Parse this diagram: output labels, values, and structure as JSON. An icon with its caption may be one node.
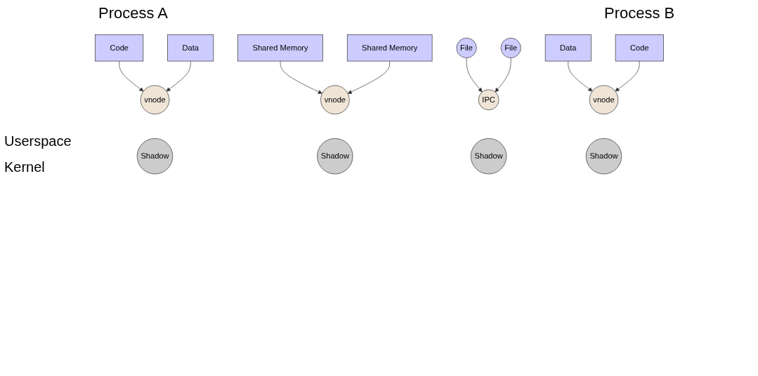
{
  "diagram": {
    "nodes": [
      {
        "text": [
          "Code"
        ]
      },
      {
        "text": [
          "Data"
        ]
      },
      {
        "text": [
          "Shared Memory"
        ]
      },
      {
        "text": [
          "File"
        ]
      },
      {
        "text": [
          "vnode"
        ]
      },
      {
        "text": [
          "Shadow"
        ]
      },
      {
        "text": [
          "Shared Memory"
        ]
      },
      {
        "text": [
          "File"
        ]
      },
      {
        "text": [
          "vnode"
        ]
      },
      {
        "text": [
          "Shadow"
        ]
      },
      {
        "text": [
          "IPC"
        ]
      },
      {
        "text": [
          "Shadow"
        ]
      },
      {
        "text": [
          "Data"
        ]
      },
      {
        "text": [
          "Code"
        ]
      },
      {
        "text": [
          "vnode"
        ]
      },
      {
        "text": [
          "Shadow"
        ]
      }
    ],
    "edges": [
      {
        "from": 0,
        "to": 4,
        "arrow": "to"
      },
      {
        "from": 1,
        "to": 4,
        "arrow": "to"
      },
      {
        "from": 2,
        "to": 8,
        "arrow": "to"
      },
      {
        "from": 6,
        "to": 8,
        "arrow": "to"
      },
      {
        "from": 3,
        "to": 10,
        "arrow": "to"
      },
      {
        "from": 7,
        "to": 10,
        "arrow": "to"
      },
      {
        "from": 12,
        "to": 14,
        "arrow": "to"
      },
      {
        "from": 13,
        "to": 14,
        "arrow": "to"
      }
    ],
    "labels": [
      "Process A",
      "Process B",
      "Userspace",
      "Kernel"
    ]
  }
}
